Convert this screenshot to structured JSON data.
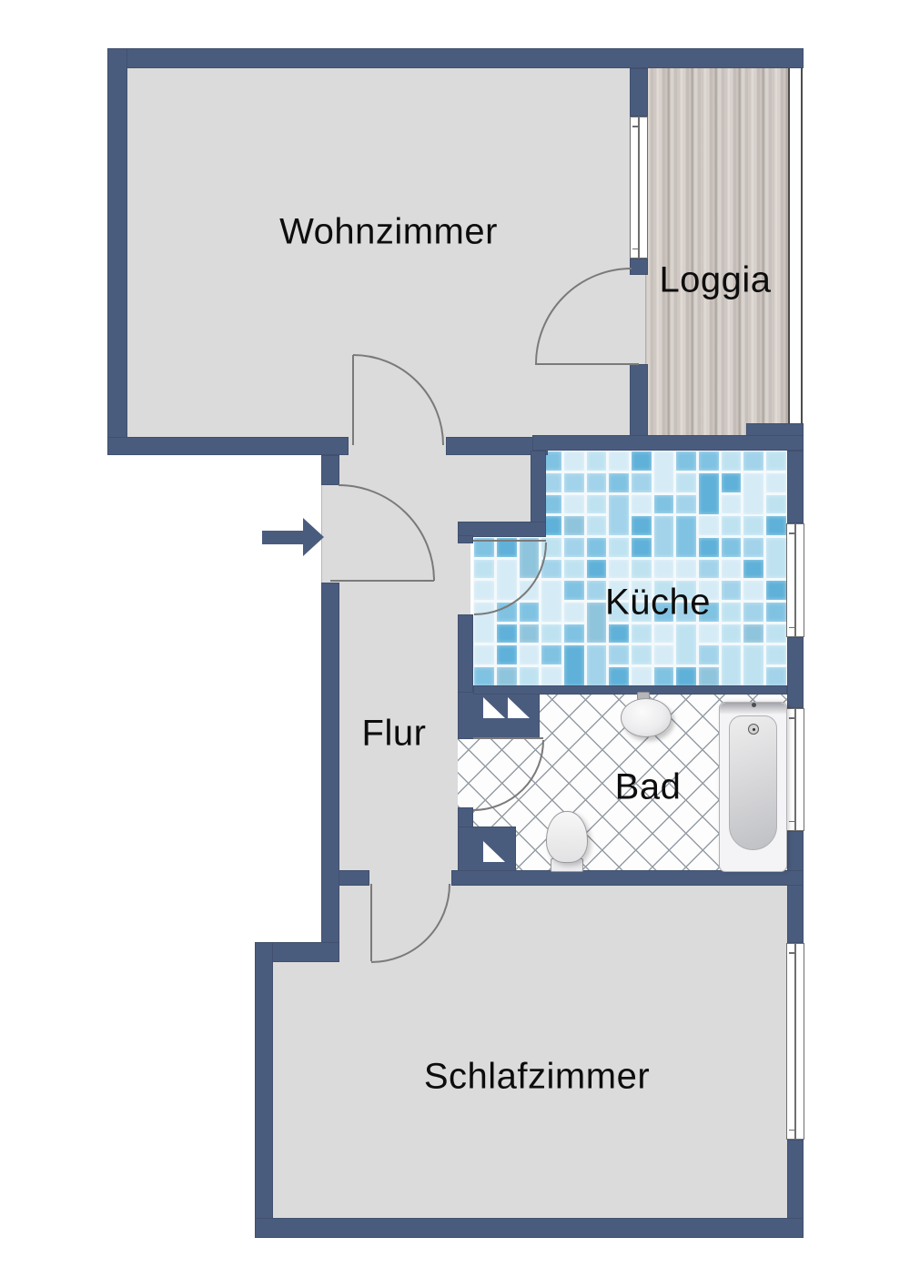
{
  "floorplan": {
    "type": "apartment-floor-plan",
    "rooms": {
      "wohnzimmer": {
        "label": "Wohnzimmer"
      },
      "loggia": {
        "label": "Loggia"
      },
      "kueche": {
        "label": "Küche"
      },
      "flur": {
        "label": "Flur"
      },
      "bad": {
        "label": "Bad"
      },
      "schlafzimmer": {
        "label": "Schlafzimmer"
      }
    },
    "entrance_arrow": {
      "direction": "right"
    },
    "fixtures": [
      "bathtub",
      "sink",
      "toilet"
    ],
    "doors": [
      "entrance",
      "wohnzimmer",
      "kueche",
      "bad",
      "schlafzimmer",
      "loggia"
    ],
    "windows": [
      "wohnzimmer-loggia",
      "kueche-east",
      "bad-east",
      "schlafzimmer-east"
    ],
    "colors": {
      "wall": "#4A5C7E",
      "floor": "#DBDBDB",
      "outside": "#FFFFFF",
      "door_arc": "#7A7A7A",
      "wood_base": "#D5CEC9",
      "tile_grout": "#F3F9FC",
      "tile_palette": [
        "#D5EBF6",
        "#BFE2F1",
        "#A2D3EA",
        "#7FC2E2",
        "#5FB1D9",
        "#8FC4DD"
      ],
      "bad_tile_line": "#949CA4"
    }
  }
}
